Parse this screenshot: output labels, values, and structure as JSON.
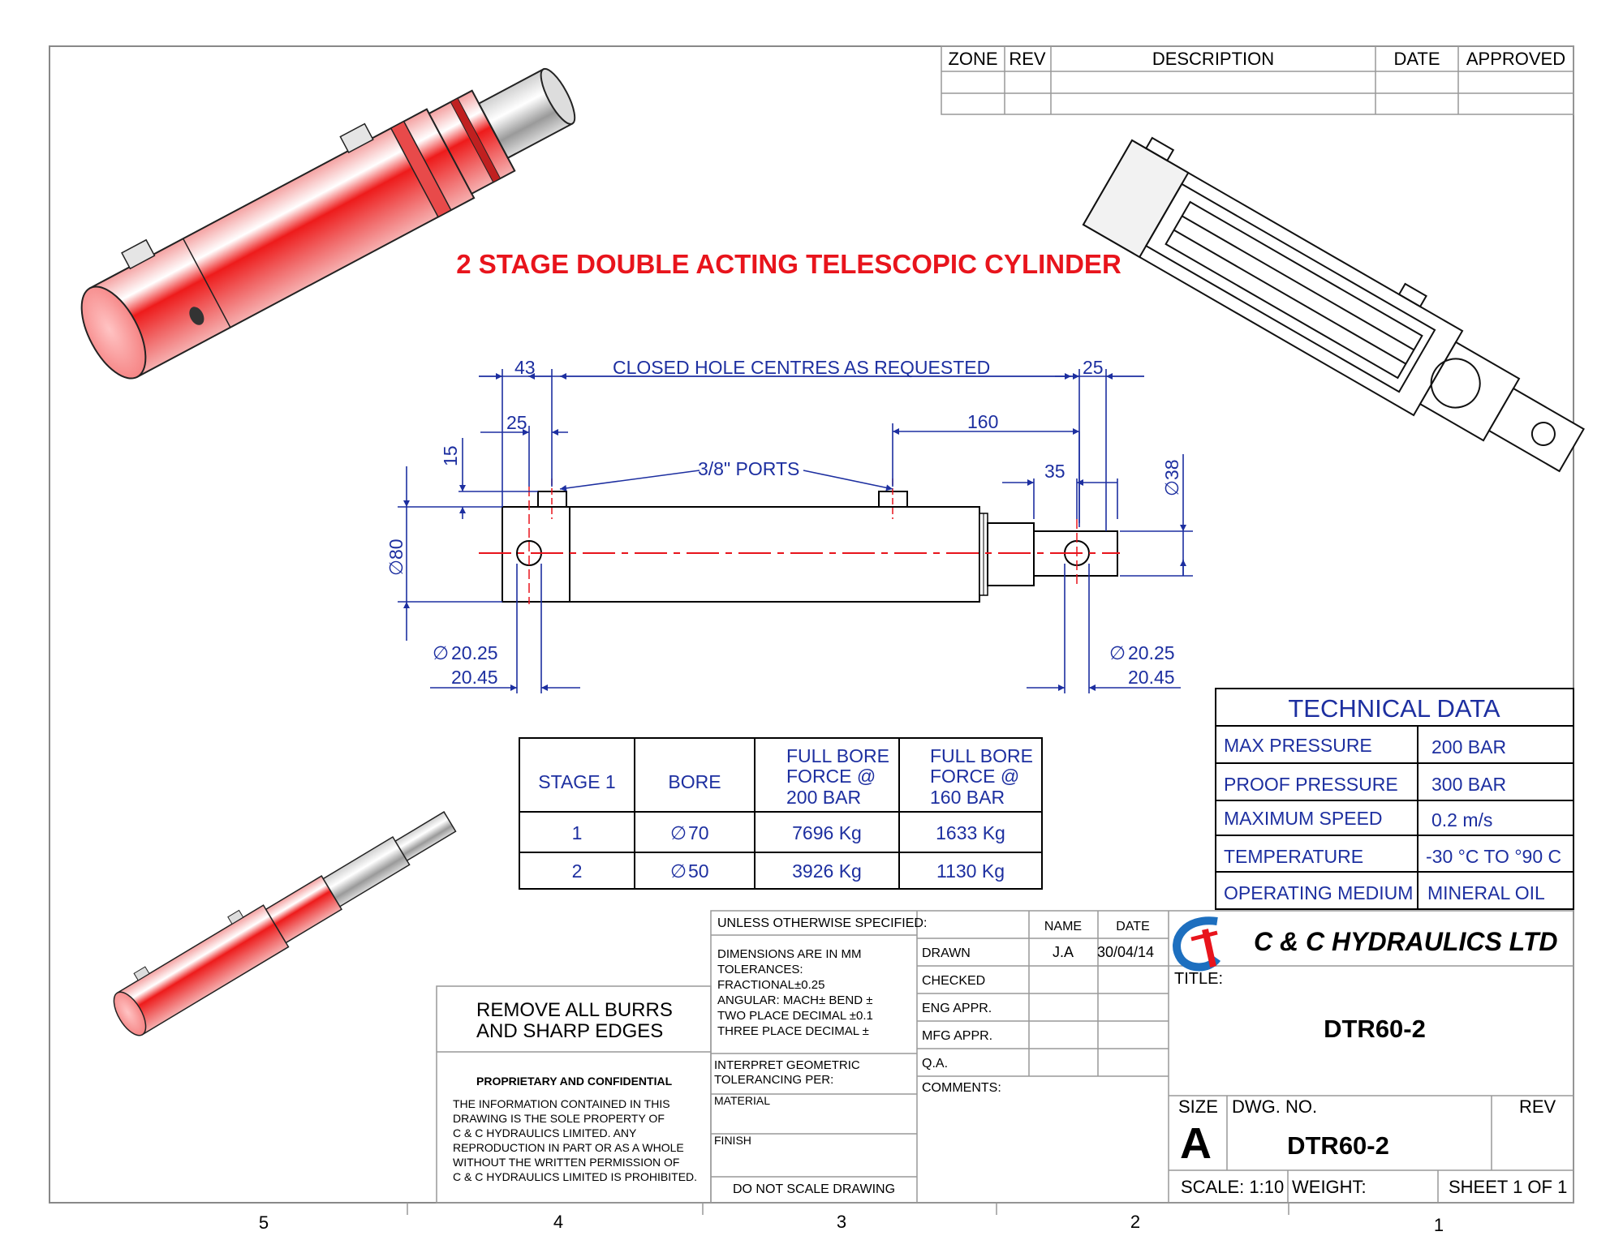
{
  "revision_block": {
    "headers": [
      "ZONE",
      "REV",
      "DESCRIPTION",
      "DATE",
      "APPROVED"
    ]
  },
  "drawing_title": "2 STAGE  DOUBLE ACTING TELESCOPIC CYLINDER",
  "dimensions": {
    "d43": "43",
    "closed_centres": "CLOSED HOLE CENTRES AS REQUESTED",
    "d25_top": "25",
    "d25_left": "25",
    "d160": "160",
    "d15": "15",
    "ports": "3/8\" PORTS",
    "d35": "35",
    "dia38": "38",
    "dia80": "80",
    "pin_left_max": "20.25",
    "pin_left_min": "20.45",
    "pin_right_max": "20.25",
    "pin_right_min": "20.45",
    "diameter_symbol": "∅"
  },
  "stage_table": {
    "headers": [
      "STAGE 1",
      "BORE",
      "FULL BORE",
      "FORCE @",
      "200 BAR",
      "FULL BORE",
      "FORCE @",
      "160 BAR"
    ],
    "rows": [
      {
        "stage": "1",
        "bore": "70",
        "force200": "7696 Kg",
        "force160": "1633 Kg"
      },
      {
        "stage": "2",
        "bore": "50",
        "force200": "3926 Kg",
        "force160": "1130 Kg"
      }
    ]
  },
  "technical_data": {
    "title": "TECHNICAL DATA",
    "rows": [
      {
        "label": "MAX PRESSURE",
        "value": "200 BAR"
      },
      {
        "label": "PROOF PRESSURE",
        "value": "300 BAR"
      },
      {
        "label": "MAXIMUM SPEED",
        "value": "0.2 m/s"
      },
      {
        "label": "TEMPERATURE",
        "value": "-30 °C TO °90 C"
      },
      {
        "label": "OPERATING MEDIUM",
        "value": "MINERAL OIL"
      }
    ]
  },
  "title_block": {
    "unless": "UNLESS OTHERWISE SPECIFIED:",
    "tol_lines": [
      "DIMENSIONS ARE IN MM",
      "TOLERANCES:",
      "FRACTIONAL±0.25",
      "ANGULAR: MACH±    BEND ±",
      "TWO PLACE DECIMAL    ±0.1",
      "THREE PLACE DECIMAL  ±"
    ],
    "interpret": [
      "INTERPRET GEOMETRIC",
      "TOLERANCING PER:"
    ],
    "material": "MATERIAL",
    "finish": "FINISH",
    "do_not_scale": "DO NOT SCALE DRAWING",
    "name_hdr": "NAME",
    "date_hdr": "DATE",
    "drawn": "DRAWN",
    "drawn_name": "J.A",
    "drawn_date": "30/04/14",
    "checked": "CHECKED",
    "eng_appr": "ENG APPR.",
    "mfg_appr": "MFG APPR.",
    "qa": "Q.A.",
    "comments": "COMMENTS:",
    "company": "C & C HYDRAULICS LTD",
    "title_lbl": "TITLE:",
    "title_value": "DTR60-2",
    "size_lbl": "SIZE",
    "size_value": "A",
    "dwg_no_lbl": "DWG.  NO.",
    "dwg_no": "DTR60-2",
    "rev_lbl": "REV",
    "scale": "SCALE: 1:10",
    "weight": "WEIGHT:",
    "sheet": "SHEET 1 OF 1",
    "remove_burrs": [
      "REMOVE ALL BURRS",
      "AND SHARP EDGES"
    ],
    "proprietary_title": "PROPRIETARY AND CONFIDENTIAL",
    "proprietary_lines": [
      "THE INFORMATION CONTAINED IN THIS",
      "DRAWING IS THE SOLE PROPERTY OF",
      "C & C HYDRAULICS LIMITED.  ANY",
      "REPRODUCTION IN PART OR AS A WHOLE",
      "WITHOUT THE WRITTEN PERMISSION OF",
      "C & C HYDRAULICS LIMITED IS PROHIBITED."
    ]
  },
  "zone_numbers": [
    "5",
    "4",
    "3",
    "2",
    "1"
  ],
  "colors": {
    "dimension": "#1d2fa0",
    "accent": "#e8141c",
    "line": "#000000"
  }
}
